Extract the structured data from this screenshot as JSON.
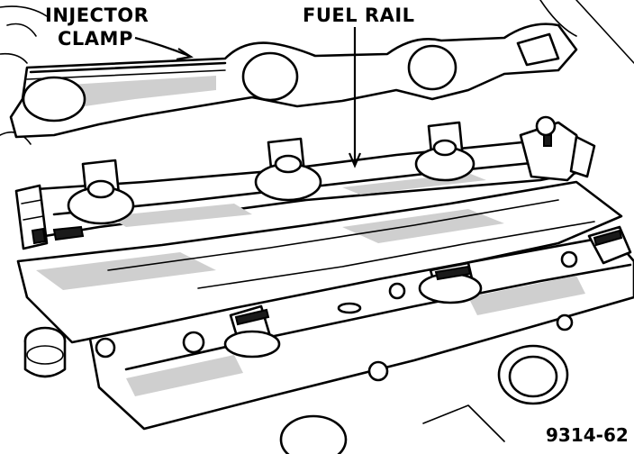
{
  "diagram": {
    "labels": {
      "injector_clamp_line1": "INJECTOR",
      "injector_clamp_line2": "CLAMP",
      "fuel_rail": "FUEL RAIL"
    },
    "figure_number": "9314-62"
  }
}
